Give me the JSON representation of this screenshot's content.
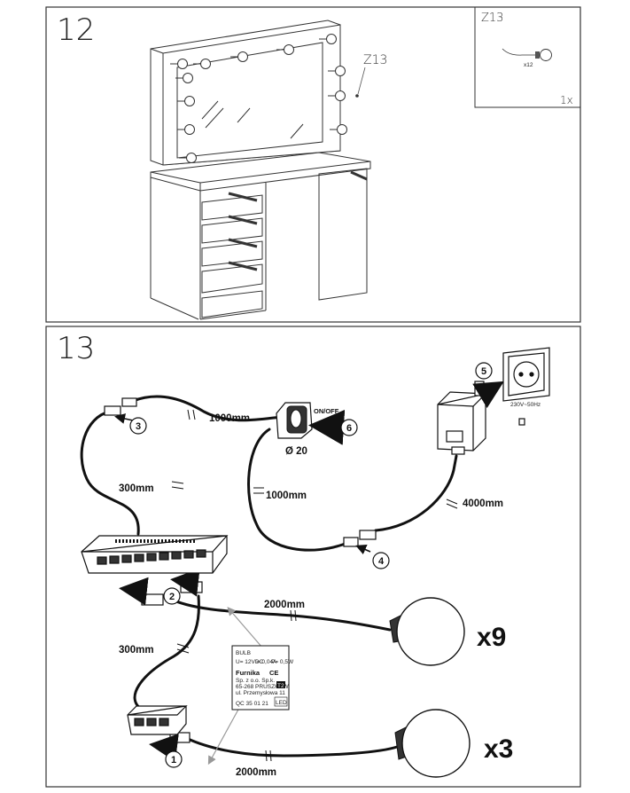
{
  "step12": {
    "number": "12",
    "part_code": "Z13",
    "inset_code": "Z13",
    "inset_qty": "x12",
    "inset_count": "1x"
  },
  "step13": {
    "number": "13",
    "switch_label": "ON/OFF",
    "switch_diameter": "Ø 20",
    "adapter_spec": "230V~50Hz",
    "cable_1000a": "1000mm",
    "cable_1000b": "1000mm",
    "cable_300a": "300mm",
    "cable_300b": "300mm",
    "cable_4000": "4000mm",
    "cable_2000a": "2000mm",
    "cable_2000b": "2000mm",
    "mult_top": "x9",
    "mult_bottom": "x3",
    "steps": [
      "1",
      "2",
      "3",
      "4",
      "5",
      "6"
    ],
    "label": {
      "title": "BULB",
      "spec_u": "U= 12VDC",
      "spec_i": "I= 0,04A",
      "spec_p": "P= 0,5W",
      "brand": "Furnika",
      "ce": "CE",
      "addr1": "Sp. z o.o. Sp.k.",
      "addr2": "65-268 PRUSZKÓW",
      "addr3": "ul. Przemysłowa 11",
      "code": "QC 35 01 21",
      "t2": "T2",
      "led": "LED"
    }
  }
}
